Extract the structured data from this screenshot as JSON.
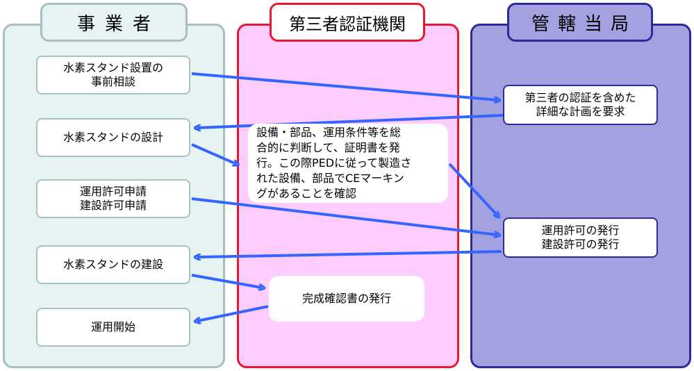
{
  "lanes": {
    "left": {
      "title": "事業者"
    },
    "center": {
      "title": "第三者認証機関"
    },
    "right": {
      "title": "管轄当局"
    }
  },
  "nodes": {
    "consult": {
      "text": "水素スタンド設置の\n事前相談"
    },
    "design": {
      "text": "水素スタンドの設計"
    },
    "apply": {
      "text": "運用許可申請\n建設許可申請"
    },
    "construct": {
      "text": "水素スタンドの建設"
    },
    "start": {
      "text": "運用開始"
    },
    "certify": {
      "text": "設備・部品、運用条件等を総\n合的に判断して、証明書を発\n行。この際PEDに従って製造さ\nれた設備、部品でCEマーキン\nグがあることを確認"
    },
    "completion": {
      "text": "完成確認書の発行"
    },
    "request_plan": {
      "text": "第三者の認証を含めた\n詳細な計画を要求"
    },
    "issue_permit": {
      "text": "運用許可の発行\n建設許可の発行"
    }
  },
  "colors": {
    "arrow": "#3366ff",
    "left_fill": "#e7f3f3",
    "left_border": "#a7c1c1",
    "center_fill": "#ffccff",
    "center_border": "#e8192c",
    "right_fill": "#a4a1e0",
    "right_border": "#2e2a98"
  }
}
